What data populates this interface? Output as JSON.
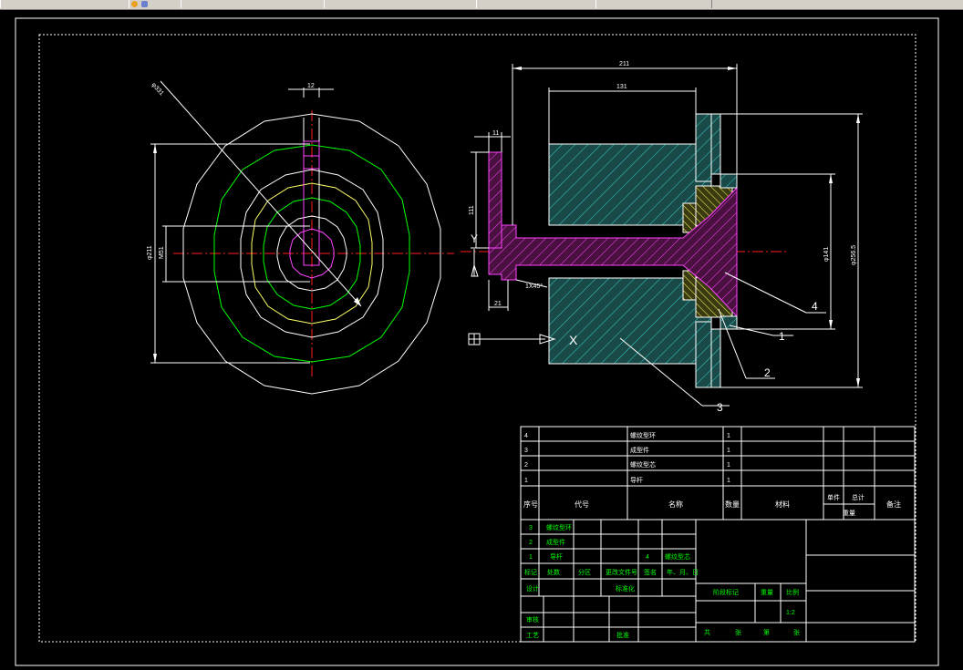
{
  "colors": {
    "white": "#ffffff",
    "green": "#00ff00",
    "yellow": "#ffff66",
    "magenta": "#ff44ff",
    "cyan": "#33cccc",
    "red": "#ff2020",
    "background": "#000000"
  },
  "toolbar": {
    "icons": [
      "palette-icon",
      "layer-icon"
    ]
  },
  "front_view": {
    "dims": {
      "top_width": "12",
      "diameter_leader": "φ331",
      "outer_dia": "φ211",
      "inner_dia": "M51"
    }
  },
  "section_view": {
    "dims": {
      "overall_length": "211",
      "core_length": "131",
      "flange_thick": "11",
      "flange_height": "111",
      "neck": "21",
      "chamfer": "1X45°",
      "dia_141": "φ141",
      "dia_256": "φ256.5"
    },
    "view_markers": {
      "y": "Y",
      "x": "X"
    },
    "balloons": [
      "1",
      "2",
      "3",
      "4"
    ]
  },
  "parts_list": {
    "rows": [
      {
        "no": "4",
        "code": "",
        "name": "螺纹型环",
        "qty": "1"
      },
      {
        "no": "3",
        "code": "",
        "name": "成型件",
        "qty": "1"
      },
      {
        "no": "2",
        "code": "",
        "name": "螺纹型芯",
        "qty": "1"
      },
      {
        "no": "1",
        "code": "",
        "name": "导杆",
        "qty": "1"
      }
    ],
    "header": {
      "no": "序号",
      "code": "代号",
      "name": "名称",
      "qty": "数量",
      "material": "材料",
      "single": "单件",
      "total": "总计",
      "weight": "重量",
      "remark": "备注"
    }
  },
  "title_block": {
    "rev_rows": [
      {
        "a": "3",
        "b": "螺纹型环"
      },
      {
        "a": "2",
        "b": "成型件"
      },
      {
        "a": "1",
        "b": "导杆",
        "c": "4",
        "d": "螺纹型芯"
      }
    ],
    "rev_header": [
      "标记",
      "处数",
      "分区",
      "更改文件号",
      "签名",
      "年、月、日"
    ],
    "signoff": {
      "design": "设计",
      "std": "标准化",
      "check": "审核",
      "process": "工艺",
      "approve": "批准"
    },
    "stage": "阶段标记",
    "weight": "重量",
    "scale_label": "比例",
    "scale": "1:2",
    "sheets": [
      "共",
      "张",
      "第",
      "张"
    ]
  }
}
